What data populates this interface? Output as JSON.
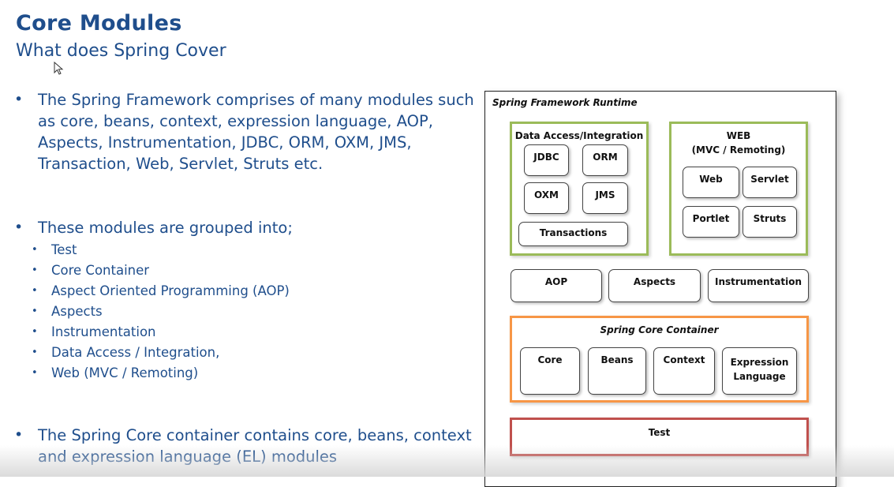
{
  "slide": {
    "title": "Core Modules",
    "subtitle": "What does Spring Cover",
    "bullets": [
      "The Spring Framework comprises of many modules such as core, beans, context, expression language, AOP, Aspects, Instrumentation, JDBC, ORM, OXM, JMS, Transaction, Web, Servlet, Struts etc.",
      "These modules are grouped into;",
      "The Spring Core container contains core, beans, context and expression language (EL) modules"
    ],
    "groups": [
      "Test",
      "Core Container",
      "Aspect Oriented Programming (AOP)",
      "Aspects",
      "Instrumentation",
      "Data Access / Integration,",
      "Web (MVC / Remoting)"
    ],
    "bullet_marker": "•"
  },
  "diagram": {
    "title": "Spring Framework Runtime",
    "data_access": {
      "title": "Data Access/Integration",
      "modules": [
        "JDBC",
        "ORM",
        "OXM",
        "JMS"
      ],
      "transactions": "Transactions"
    },
    "web": {
      "title_line1": "WEB",
      "title_line2": "(MVC / Remoting)",
      "modules": [
        "Web",
        "Servlet",
        "Portlet",
        "Struts"
      ]
    },
    "middle": [
      "AOP",
      "Aspects",
      "Instrumentation"
    ],
    "core_container": {
      "title": "Spring Core Container",
      "modules": [
        "Core",
        "Beans",
        "Context"
      ],
      "expression_line1": "Expression",
      "expression_line2": "Language"
    },
    "test": "Test",
    "colors": {
      "heading": "#1f4e8c",
      "green_border": "#9bbb59",
      "orange_border": "#f79646",
      "red_border": "#c0504d"
    }
  }
}
